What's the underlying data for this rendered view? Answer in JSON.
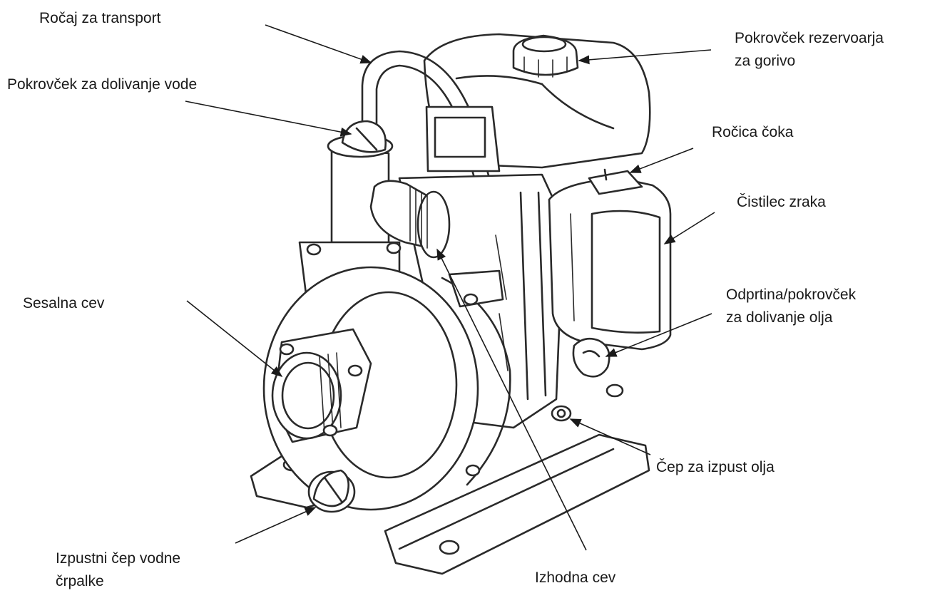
{
  "labels": {
    "carry_handle": "Ročaj za transport",
    "water_fill_cap": "Pokrovček za dolivanje vode",
    "fuel_tank_cap_line1": "Pokrovček rezervoarja",
    "fuel_tank_cap_line2": "za gorivo",
    "choke_lever": "Ročica čoka",
    "air_cleaner": "Čistilec zraka",
    "oil_filler_line1": "Odprtina/pokrovček",
    "oil_filler_line2": "za dolivanje olja",
    "suction_port": "Sesalna cev",
    "oil_drain_plug": "Čep za izpust olja",
    "pump_drain_plug_line1": "Izpustni čep vodne",
    "pump_drain_plug_line2": "črpalke",
    "discharge_port": "Izhodna cev"
  },
  "colors": {
    "ink": "#1a1a1a",
    "background": "#ffffff"
  }
}
